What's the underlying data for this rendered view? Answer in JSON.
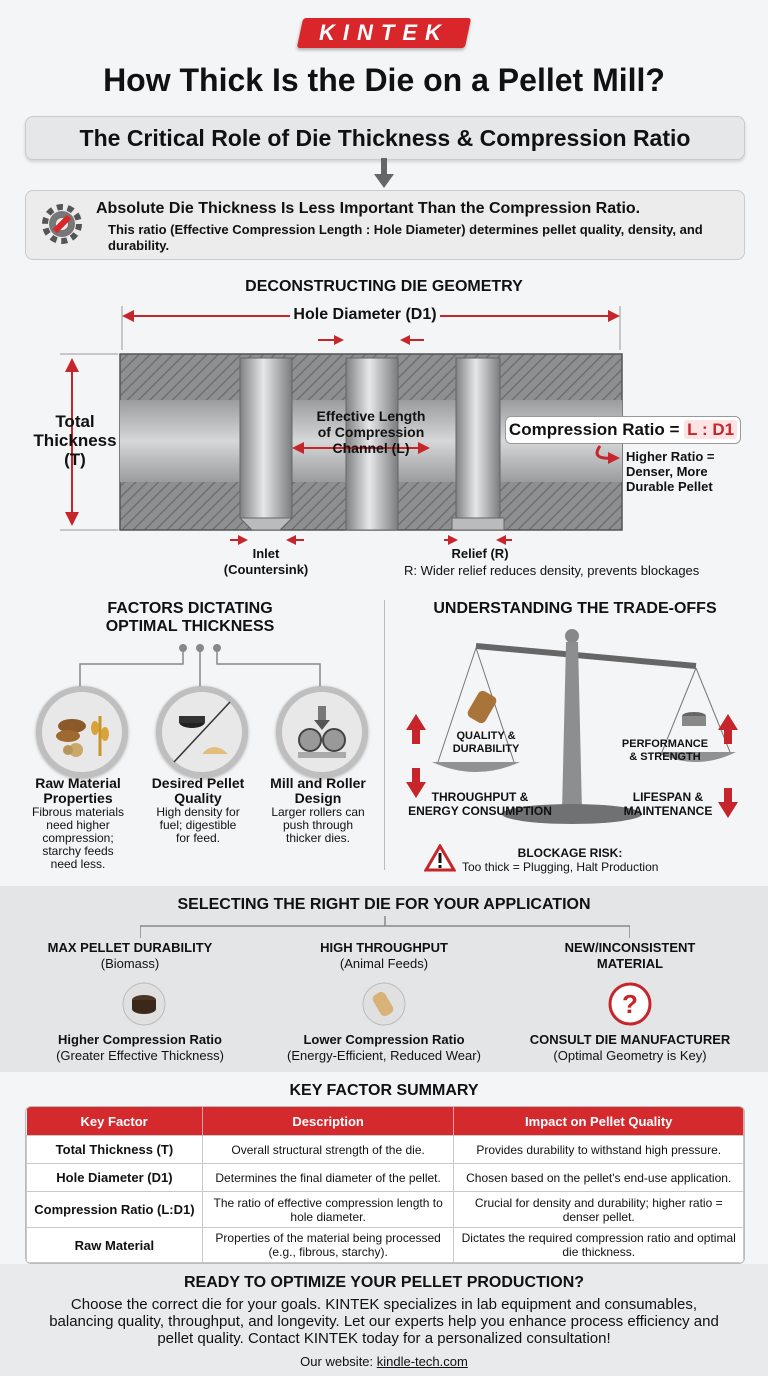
{
  "brand": {
    "logo_text": "KINTEK",
    "accent": "#d8262b"
  },
  "header": {
    "title": "How Thick Is the Die on a Pellet Mill?",
    "subtitle": "The Critical Role of Die Thickness & Compression Ratio"
  },
  "key_point": {
    "icon": "gear-wrench-icon",
    "headline": "Absolute Die Thickness Is Less Important Than the Compression Ratio.",
    "body": "This ratio (Effective Compression Length : Hole Diameter) determines pellet quality, density, and durability."
  },
  "geometry": {
    "heading": "DECONSTRUCTING DIE GEOMETRY",
    "hole_diameter": "Hole Diameter (D1)",
    "total_thickness": [
      "Total",
      "Thickness",
      "(T)"
    ],
    "effective_length": [
      "Effective Length",
      "of Compression",
      "Channel (L)"
    ],
    "ratio_prefix": "Compression Ratio = ",
    "ratio_value": "L : D1",
    "higher_ratio": [
      "Higher Ratio =",
      "Denser, More",
      "Durable Pellet"
    ],
    "inlet": [
      "Inlet",
      "(Countersink)"
    ],
    "relief": "Relief (R)",
    "relief_note": "R: Wider relief reduces density, prevents blockages"
  },
  "factors": {
    "heading": [
      "FACTORS DICTATING",
      "OPTIMAL THICKNESS"
    ],
    "items": [
      {
        "icon": "raw-material-icon",
        "title": [
          "Raw Material",
          "Properties"
        ],
        "desc": [
          "Fibrous materials",
          "need higher",
          "compression;",
          "starchy feeds",
          "need less."
        ]
      },
      {
        "icon": "pellet-quality-icon",
        "title": [
          "Desired Pellet",
          "Quality"
        ],
        "desc": [
          "High density for",
          "fuel; digestible",
          "for feed."
        ]
      },
      {
        "icon": "roller-icon",
        "title": [
          "Mill and Roller",
          "Design"
        ],
        "desc": [
          "Larger rollers can",
          "push through",
          "thicker dies."
        ]
      }
    ]
  },
  "tradeoffs": {
    "heading": "UNDERSTANDING THE TRADE-OFFS",
    "left_pan": [
      "QUALITY &",
      "DURABILITY"
    ],
    "right_pan": [
      "PERFORMANCE",
      "& STRENGTH"
    ],
    "left_down": [
      "THROUGHPUT &",
      "ENERGY CONSUMPTION"
    ],
    "right_down": [
      "LIFESPAN &",
      "MAINTENANCE"
    ],
    "risk_title": "BLOCKAGE RISK:",
    "risk_text": "Too thick = Plugging, Halt Production"
  },
  "selection": {
    "heading": "SELECTING THE RIGHT DIE FOR YOUR APPLICATION",
    "options": [
      {
        "title": "MAX PELLET DURABILITY",
        "sub": "(Biomass)",
        "icon": "dark-pellet-icon",
        "result": "Higher Compression Ratio",
        "result_sub": "(Greater Effective Thickness)"
      },
      {
        "title": "HIGH THROUGHPUT",
        "sub": "(Animal Feeds)",
        "icon": "light-pellet-icon",
        "result": "Lower Compression Ratio",
        "result_sub": "(Energy-Efficient, Reduced Wear)"
      },
      {
        "title": "NEW/INCONSISTENT",
        "sub": "MATERIAL",
        "icon": "question-icon",
        "result": "CONSULT DIE MANUFACTURER",
        "result_sub": "(Optimal Geometry is Key)"
      }
    ]
  },
  "summary": {
    "heading": "KEY FACTOR SUMMARY",
    "columns": [
      "Key Factor",
      "Description",
      "Impact on Pellet Quality"
    ],
    "rows": [
      [
        "Total Thickness (T)",
        "Overall structural strength of the die.",
        "Provides durability to withstand high pressure."
      ],
      [
        "Hole Diameter (D1)",
        "Determines the final diameter of the pellet.",
        "Chosen based on the pellet's end-use application."
      ],
      [
        "Compression Ratio (L:D1)",
        "The ratio of effective compression length to hole diameter.",
        "Crucial for density and durability; higher ratio = denser pellet."
      ],
      [
        "Raw Material",
        "Properties of the material being processed (e.g., fibrous, starchy).",
        "Dictates the required compression ratio and optimal die thickness."
      ]
    ]
  },
  "cta": {
    "heading": "READY TO OPTIMIZE YOUR PELLET PRODUCTION?",
    "body": "Choose the correct die for your goals. KINTEK specializes in lab equipment and consumables, balancing quality, throughput, and longevity. Let our experts help you enhance process efficiency and pellet quality. Contact KINTEK today for a personalized consultation!",
    "website_label": "Our website: ",
    "website": "kindle-tech.com"
  }
}
